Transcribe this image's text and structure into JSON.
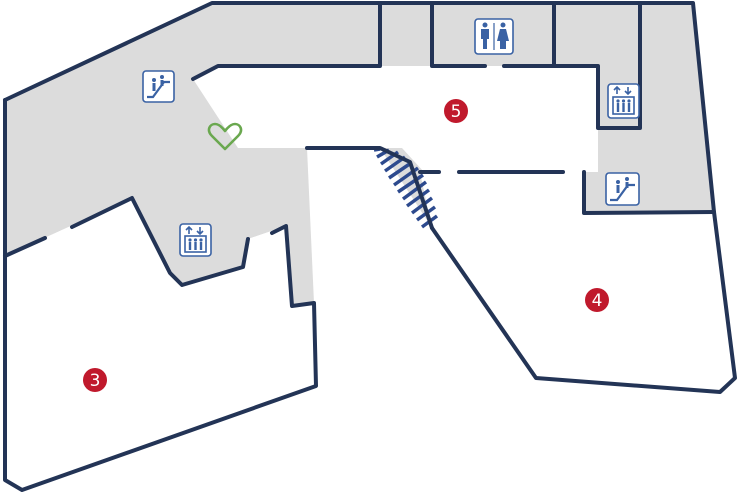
{
  "map": {
    "colors": {
      "corridor": "#dcdcdc",
      "wall": "#233456",
      "room": "#ffffff",
      "marker": "#c0192c",
      "marker_text": "#ffffff",
      "icon": "#3a62a4",
      "favorite": "#6aa84f"
    },
    "rooms": [
      {
        "id": "room-3",
        "label": "3"
      },
      {
        "id": "room-4",
        "label": "4"
      },
      {
        "id": "room-5",
        "label": "5"
      }
    ],
    "icons": [
      {
        "type": "escalator-icon"
      },
      {
        "type": "escalator-icon"
      },
      {
        "type": "elevator-icon"
      },
      {
        "type": "elevator-icon"
      },
      {
        "type": "restroom-icon"
      },
      {
        "type": "favorite-heart-icon"
      }
    ]
  }
}
